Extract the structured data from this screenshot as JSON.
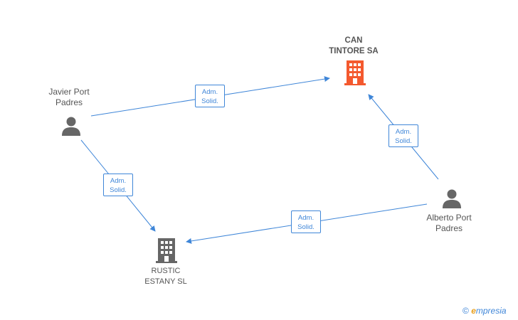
{
  "nodes": {
    "can_tintore": {
      "label": "CAN\nTINTORE SA",
      "color": "#f4592e",
      "type": "company"
    },
    "rustic_estany": {
      "label": "RUSTIC\nESTANY SL",
      "color": "#666666",
      "type": "company"
    },
    "javier": {
      "label": "Javier Port\nPadres",
      "type": "person"
    },
    "alberto": {
      "label": "Alberto Port\nPadres",
      "type": "person"
    }
  },
  "edges": [
    {
      "from": "javier",
      "to": "can_tintore",
      "line1": "Adm.",
      "line2": "Solid."
    },
    {
      "from": "javier",
      "to": "rustic_estany",
      "line1": "Adm.",
      "line2": "Solid."
    },
    {
      "from": "alberto",
      "to": "can_tintore",
      "line1": "Adm.",
      "line2": "Solid."
    },
    {
      "from": "alberto",
      "to": "rustic_estany",
      "line1": "Adm.",
      "line2": "Solid."
    }
  ],
  "colors": {
    "edge": "#3f86d8",
    "person": "#666666"
  },
  "watermark": {
    "symbol": "©",
    "brand_e": "e",
    "brand_rest": "mpresia"
  }
}
